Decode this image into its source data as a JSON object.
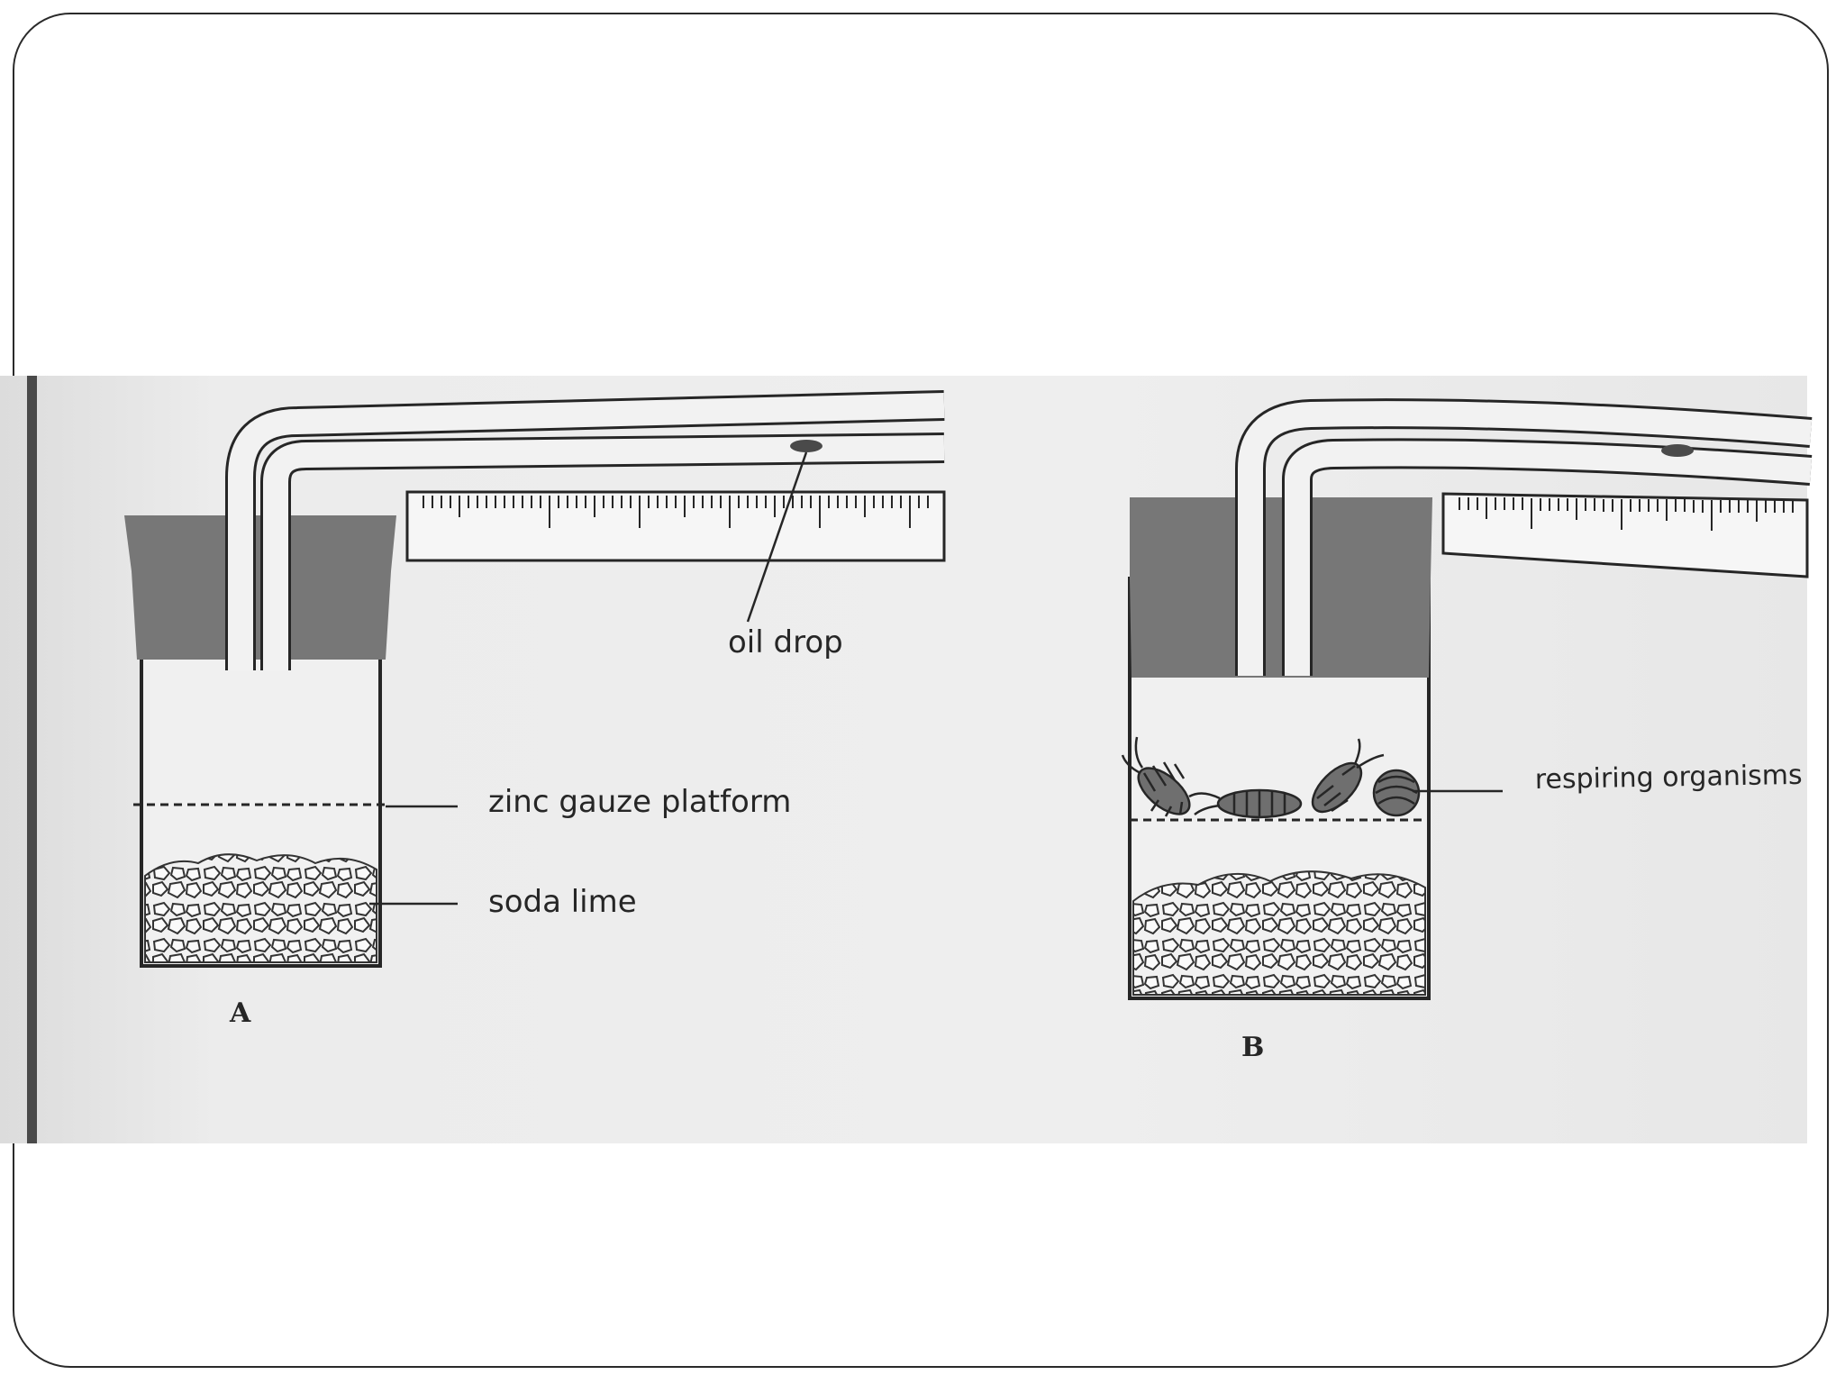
{
  "diagram": {
    "labels": {
      "oil_drop": "oil drop",
      "zinc_gauze_platform": "zinc gauze platform",
      "soda_lime": "soda lime",
      "respiring_organisms": "respiring organisms",
      "apparatus_a": "A",
      "apparatus_b": "B"
    }
  }
}
